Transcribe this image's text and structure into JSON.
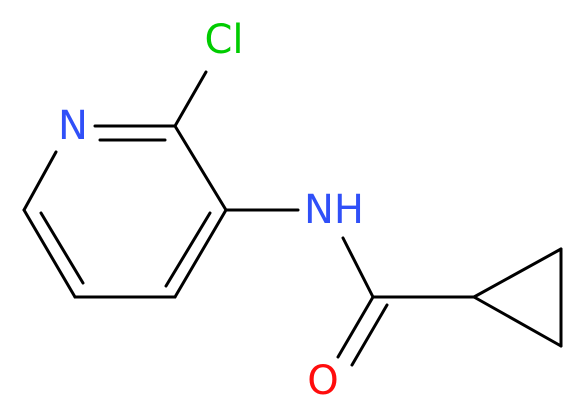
{
  "atoms": {
    "chlorine": {
      "label": "Cl",
      "color": "#00cc00"
    },
    "pyridine_nitrogen": {
      "label": "N",
      "color": "#3050f8"
    },
    "amide_nitrogen": {
      "label": "NH",
      "color": "#3050f8"
    },
    "carbonyl_oxygen": {
      "label": "O",
      "color": "#ff0d0d"
    }
  },
  "bond_color": "#000000"
}
